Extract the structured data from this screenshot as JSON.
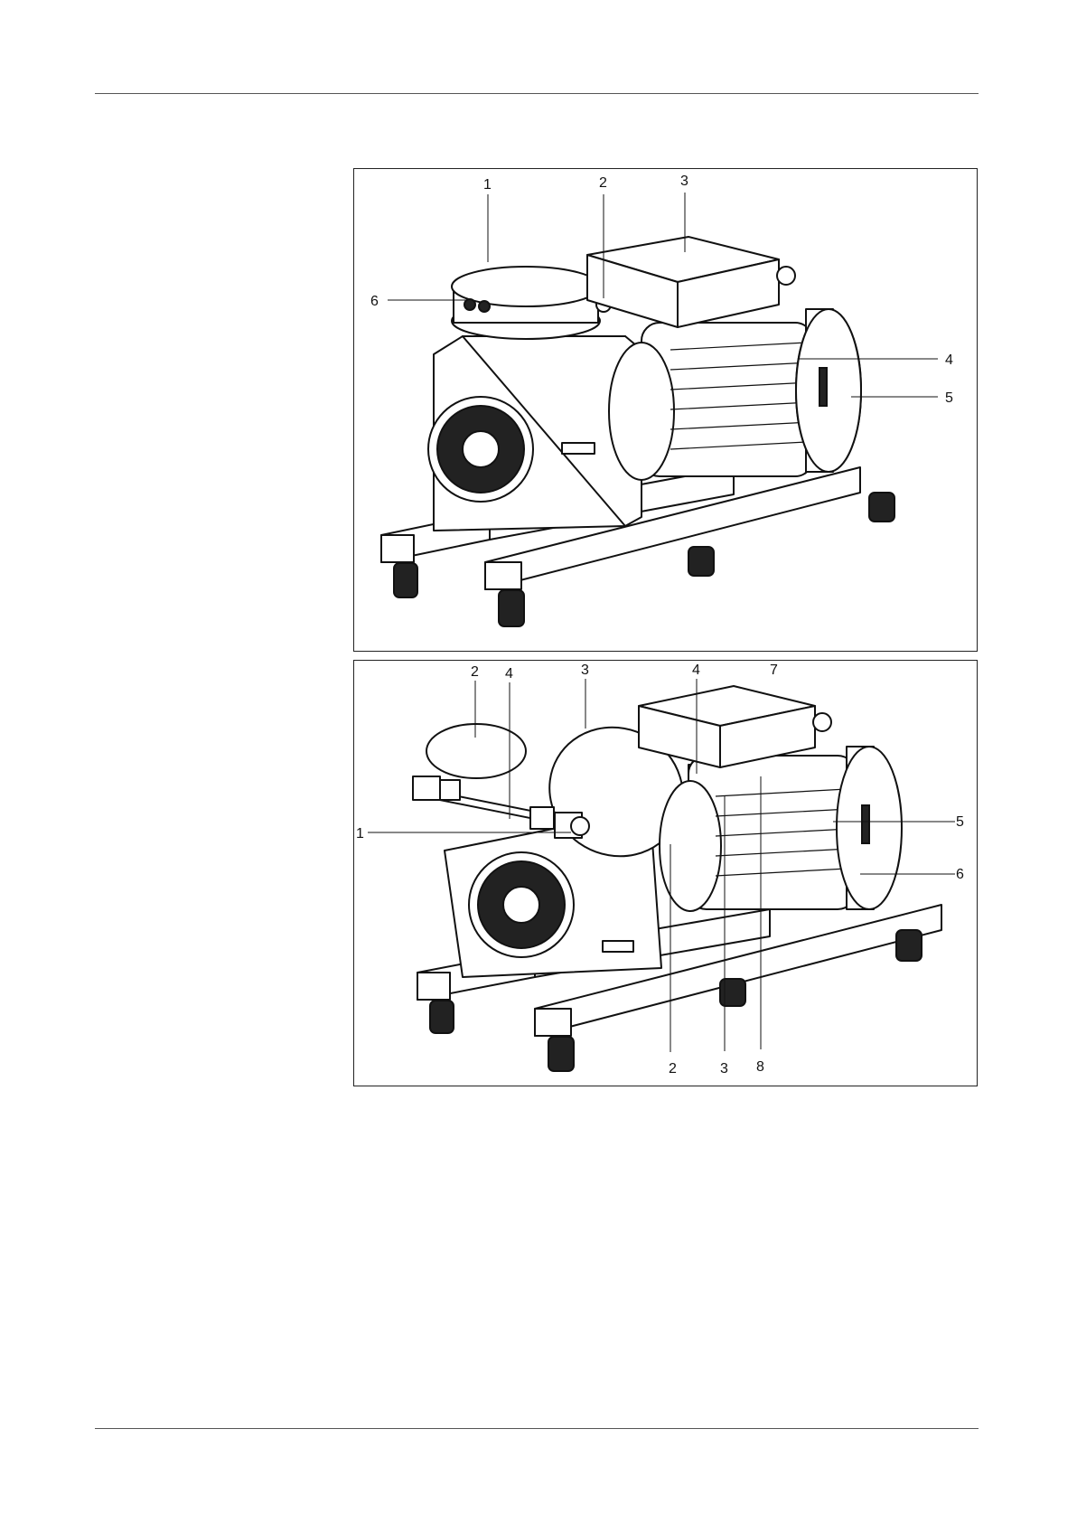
{
  "figure_top": {
    "callouts": [
      "1",
      "2",
      "3",
      "6",
      "4",
      "5"
    ]
  },
  "figure_bottom": {
    "callouts_top": [
      "2",
      "4",
      "3",
      "4",
      "7"
    ],
    "callouts_side": [
      "1",
      "5",
      "6"
    ],
    "callouts_bottom": [
      "2",
      "3",
      "8"
    ]
  }
}
